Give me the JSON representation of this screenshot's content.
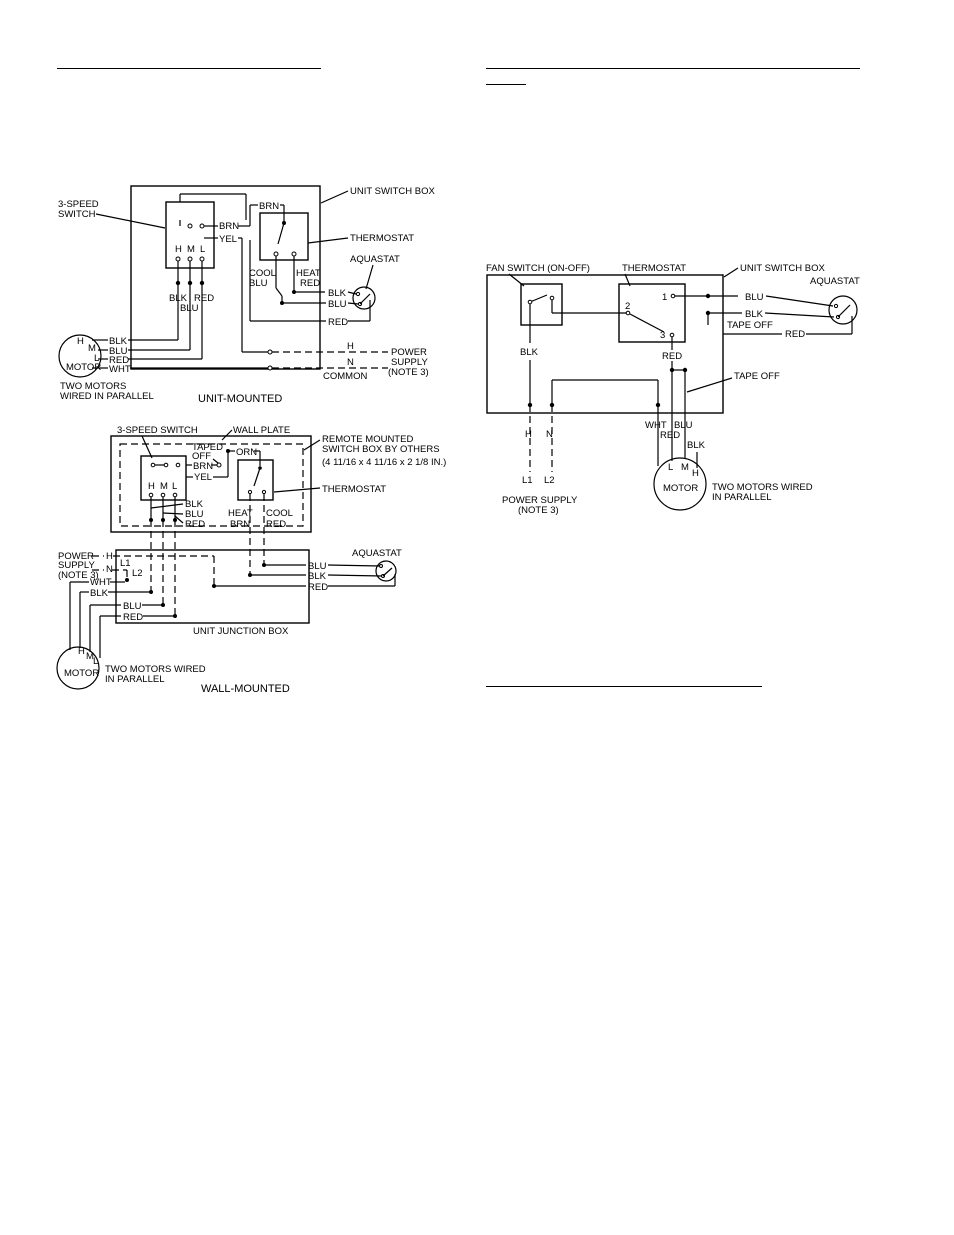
{
  "unit_mounted": {
    "title": "UNIT-MOUNTED",
    "switch_box": "UNIT SWITCH BOX",
    "speed_switch": [
      "3-SPEED",
      "SWITCH"
    ],
    "speeds": [
      "H",
      "M",
      "L"
    ],
    "thermostat": "THERMOSTAT",
    "aquastat": "AQUASTAT",
    "brn": "BRN",
    "yel": "YEL",
    "blk": "BLK",
    "red": "RED",
    "blu": "BLU",
    "cool": "COOL",
    "heat": "HEAT",
    "wht": "WHT",
    "h": "H",
    "m": "M",
    "l": "L",
    "n": "N",
    "motor": "MOTOR",
    "power_supply": [
      "POWER",
      "SUPPLY",
      "(NOTE 3)"
    ],
    "common": "COMMON",
    "two_motors": [
      "TWO MOTORS",
      "WIRED IN PARALLEL"
    ]
  },
  "wall_mounted": {
    "title": "WALL-MOUNTED",
    "speed_switch": "3-SPEED SWITCH",
    "wall_plate": "WALL PLATE",
    "remote_box": [
      "REMOTE MOUNTED",
      "SWITCH BOX BY OTHERS",
      "(4 11/16 x 4 11/16 x 2 1/8 IN.)"
    ],
    "taped_off": [
      "TAPED",
      "OFF"
    ],
    "orn": "ORN",
    "brn": "BRN",
    "yel": "YEL",
    "blk": "BLK",
    "blu": "BLU",
    "red": "RED",
    "wht": "WHT",
    "h": "H",
    "m": "M",
    "l": "L",
    "n": "N",
    "l1": "L1",
    "l2": "L2",
    "thermostat": "THERMOSTAT",
    "heat": "HEAT",
    "cool": "COOL",
    "aquastat": "AQUASTAT",
    "power_supply": [
      "POWER",
      "SUPPLY",
      "(NOTE 3)"
    ],
    "junction_box": "UNIT JUNCTION BOX",
    "motor": "MOTOR",
    "two_motors": [
      "TWO MOTORS WIRED",
      "IN PARALLEL"
    ]
  },
  "fan_switch_diagram": {
    "fan_switch": "FAN SWITCH (ON-OFF)",
    "thermostat": "THERMOSTAT",
    "switch_box": "UNIT SWITCH BOX",
    "aquastat": "AQUASTAT",
    "t1": "1",
    "t2": "2",
    "t3": "3",
    "blu": "BLU",
    "blk": "BLK",
    "red": "RED",
    "wht": "WHT",
    "tape_off": "TAPE OFF",
    "h": "H",
    "n": "N",
    "l1": "L1",
    "l2": "L2",
    "l": "L",
    "m": "M",
    "motor": "MOTOR",
    "power_supply": [
      "POWER SUPPLY",
      "(NOTE 3)"
    ],
    "two_motors": [
      "TWO MOTORS WIRED",
      "IN PARALLEL"
    ]
  }
}
